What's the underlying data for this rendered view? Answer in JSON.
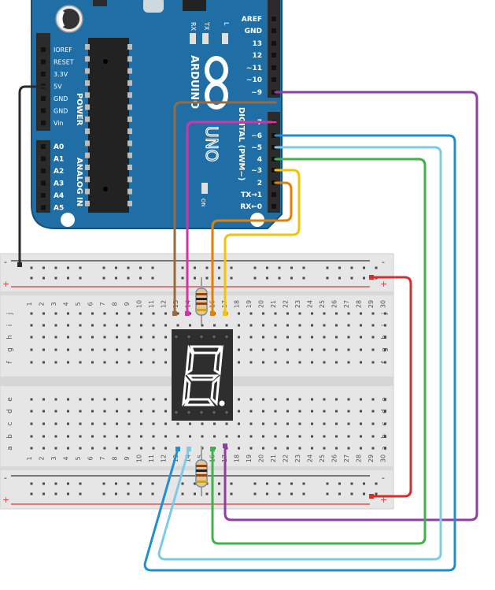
{
  "arduino": {
    "brand": "ARDUINO",
    "model": "UNO",
    "power_header": "POWER",
    "analog_header": "ANALOG IN",
    "digital_header": "DIGITAL (PWM~)",
    "on_label": "ON",
    "tx_led": "TX",
    "rx_led": "RX",
    "l_led": "L",
    "power_pins": [
      "IOREF",
      "RESET",
      "3.3V",
      "5V",
      "GND",
      "GND",
      "Vin"
    ],
    "analog_pins": [
      "A0",
      "A1",
      "A2",
      "A3",
      "A4",
      "A5"
    ],
    "digital_pins_top": [
      "AREF",
      "GND",
      "13",
      "12",
      "~11",
      "~10",
      "~9"
    ],
    "digital_pins_bottom": [
      "7",
      "~6",
      "~5",
      "4",
      "~3",
      "2",
      "TX→1",
      "RX←0"
    ],
    "colors": {
      "board": "#1f6fa6",
      "board_edge": "#14507a",
      "chip": "#222222",
      "header": "#2b2b2b",
      "silk": "#ffffff"
    }
  },
  "breadboard": {
    "column_numbers": [
      "1",
      "2",
      "3",
      "4",
      "5",
      "6",
      "7",
      "8",
      "9",
      "10",
      "11",
      "12",
      "13",
      "14",
      "15",
      "16",
      "17",
      "18",
      "19",
      "20",
      "21",
      "22",
      "23",
      "24",
      "25",
      "26",
      "27",
      "28",
      "29",
      "30"
    ],
    "row_letters_top": [
      "j",
      "i",
      "h",
      "g",
      "f"
    ],
    "row_letters_bottom": [
      "e",
      "d",
      "c",
      "b",
      "a"
    ],
    "rail_minus": "-",
    "rail_plus": "+",
    "colors": {
      "body": "#e6e6e6",
      "hole": "#4a4a4a",
      "rail_red": "#d83a3a",
      "rail_black": "#333333"
    }
  },
  "display": {
    "digit": "8",
    "colors": {
      "body": "#2e2e2e",
      "segment": "#ffffff"
    }
  },
  "wires": {
    "colors": {
      "black": "#2a2a2a",
      "brown": "#9a6a3a",
      "magenta": "#d234a4",
      "purple": "#8e3fa0",
      "blue": "#1f8fd0",
      "lightblue": "#7ccbe6",
      "green": "#3fb24a",
      "yellow": "#f2c500",
      "orange": "#e67e00",
      "red": "#d32f2f"
    }
  }
}
